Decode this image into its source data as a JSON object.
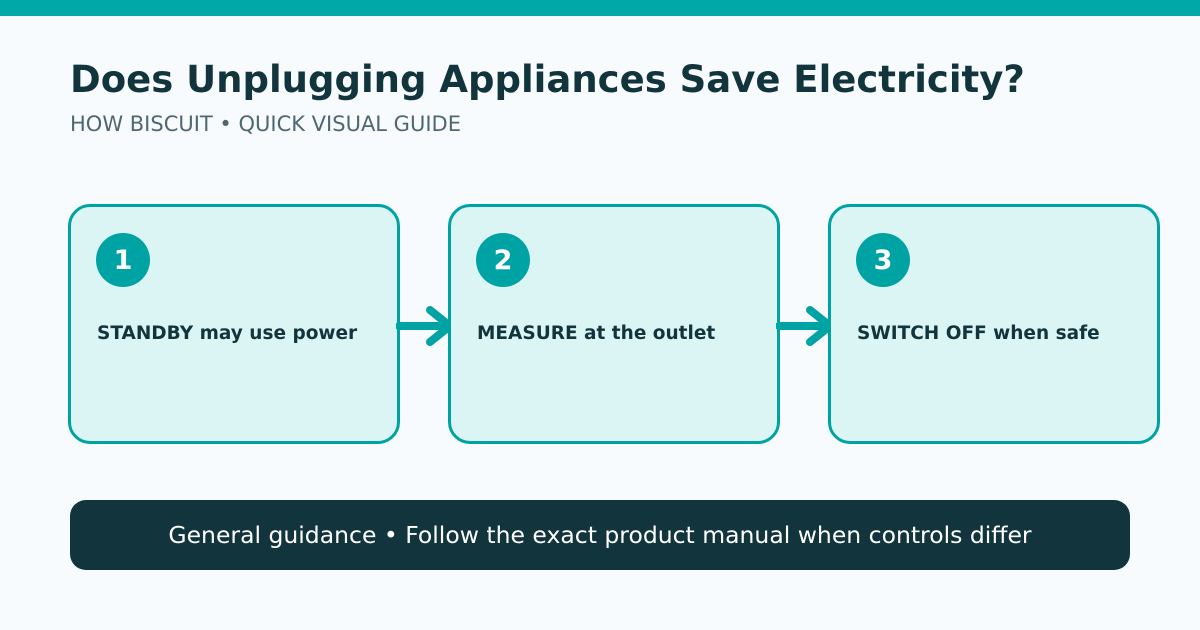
{
  "colors": {
    "accent": "#00a3a3",
    "card_fill": "#dbf5f5",
    "dark": "#12353d"
  },
  "header": {
    "title": "Does Unplugging Appliances Save Electricity?",
    "subtitle": "HOW BISCUIT • QUICK VISUAL GUIDE"
  },
  "steps": [
    {
      "number": "1",
      "label": "STANDBY may use power"
    },
    {
      "number": "2",
      "label": "MEASURE at the outlet"
    },
    {
      "number": "3",
      "label": "SWITCH OFF when safe"
    }
  ],
  "footer": {
    "text": "General guidance • Follow the exact product manual when controls differ"
  }
}
